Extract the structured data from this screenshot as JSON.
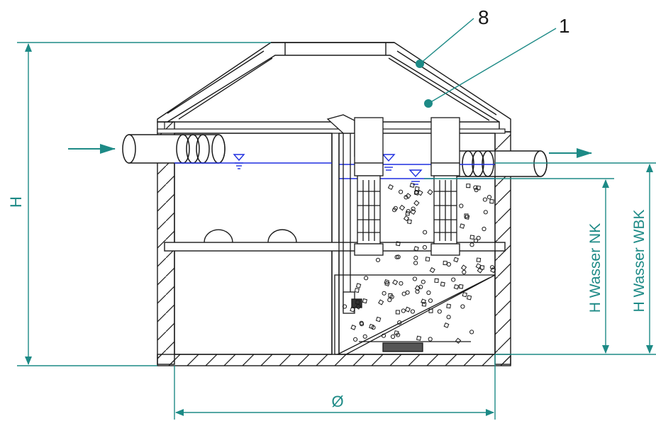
{
  "callouts": {
    "callout_8": "8",
    "callout_1": "1"
  },
  "dimensions": {
    "height": "H",
    "diameter": "Ø",
    "water_height_nk": "H Wasser NK",
    "water_height_wbk": "H Wasser WBK"
  },
  "colors": {
    "structure": "#1a1a1a",
    "dimension": "#1d8a86",
    "water_line": "#1f2fe0",
    "background": "#ffffff"
  }
}
